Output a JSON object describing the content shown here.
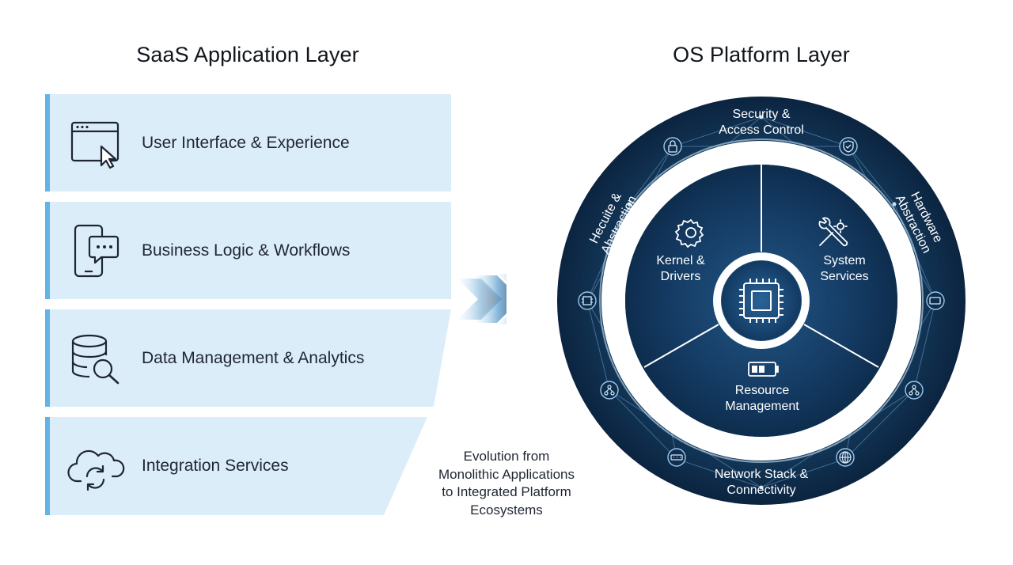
{
  "saas": {
    "title": "SaaS Application Layer",
    "layers": [
      {
        "label": "User Interface & Experience",
        "icon": "browser-cursor-icon"
      },
      {
        "label": "Business Logic & Workflows",
        "icon": "phone-chat-icon"
      },
      {
        "label": "Data Management & Analytics",
        "icon": "database-search-icon"
      },
      {
        "label": "Integration Services",
        "icon": "cloud-sync-icon"
      }
    ]
  },
  "caption": {
    "line1": "Evolution from",
    "line2": "Monolithic Applications",
    "line3": "to Integrated Platform",
    "line4": "Ecosystems"
  },
  "os": {
    "title": "OS Platform Layer",
    "outer": {
      "security_1": "Security &",
      "security_2": "Access Control",
      "hardware_1": "Hardware",
      "hardware_2": "Abstraction",
      "hecuite_1": "Hecuite &",
      "hecuite_2": "Abstraction",
      "network_1": "Network Stack &",
      "network_2": "Connectivity"
    },
    "inner": {
      "kernel_1": "Kernel &",
      "kernel_2": "Drivers",
      "system_1": "System",
      "system_2": "Services",
      "resource_1": "Resource",
      "resource_2": "Management"
    }
  },
  "colors": {
    "layer_fill": "#dcedfa",
    "layer_accent": "#63b3e6",
    "ring_dark": "#0d2a4a",
    "ring_mid": "#1a4670",
    "ring_white": "#ffffff",
    "arrow": "#1a4670"
  }
}
